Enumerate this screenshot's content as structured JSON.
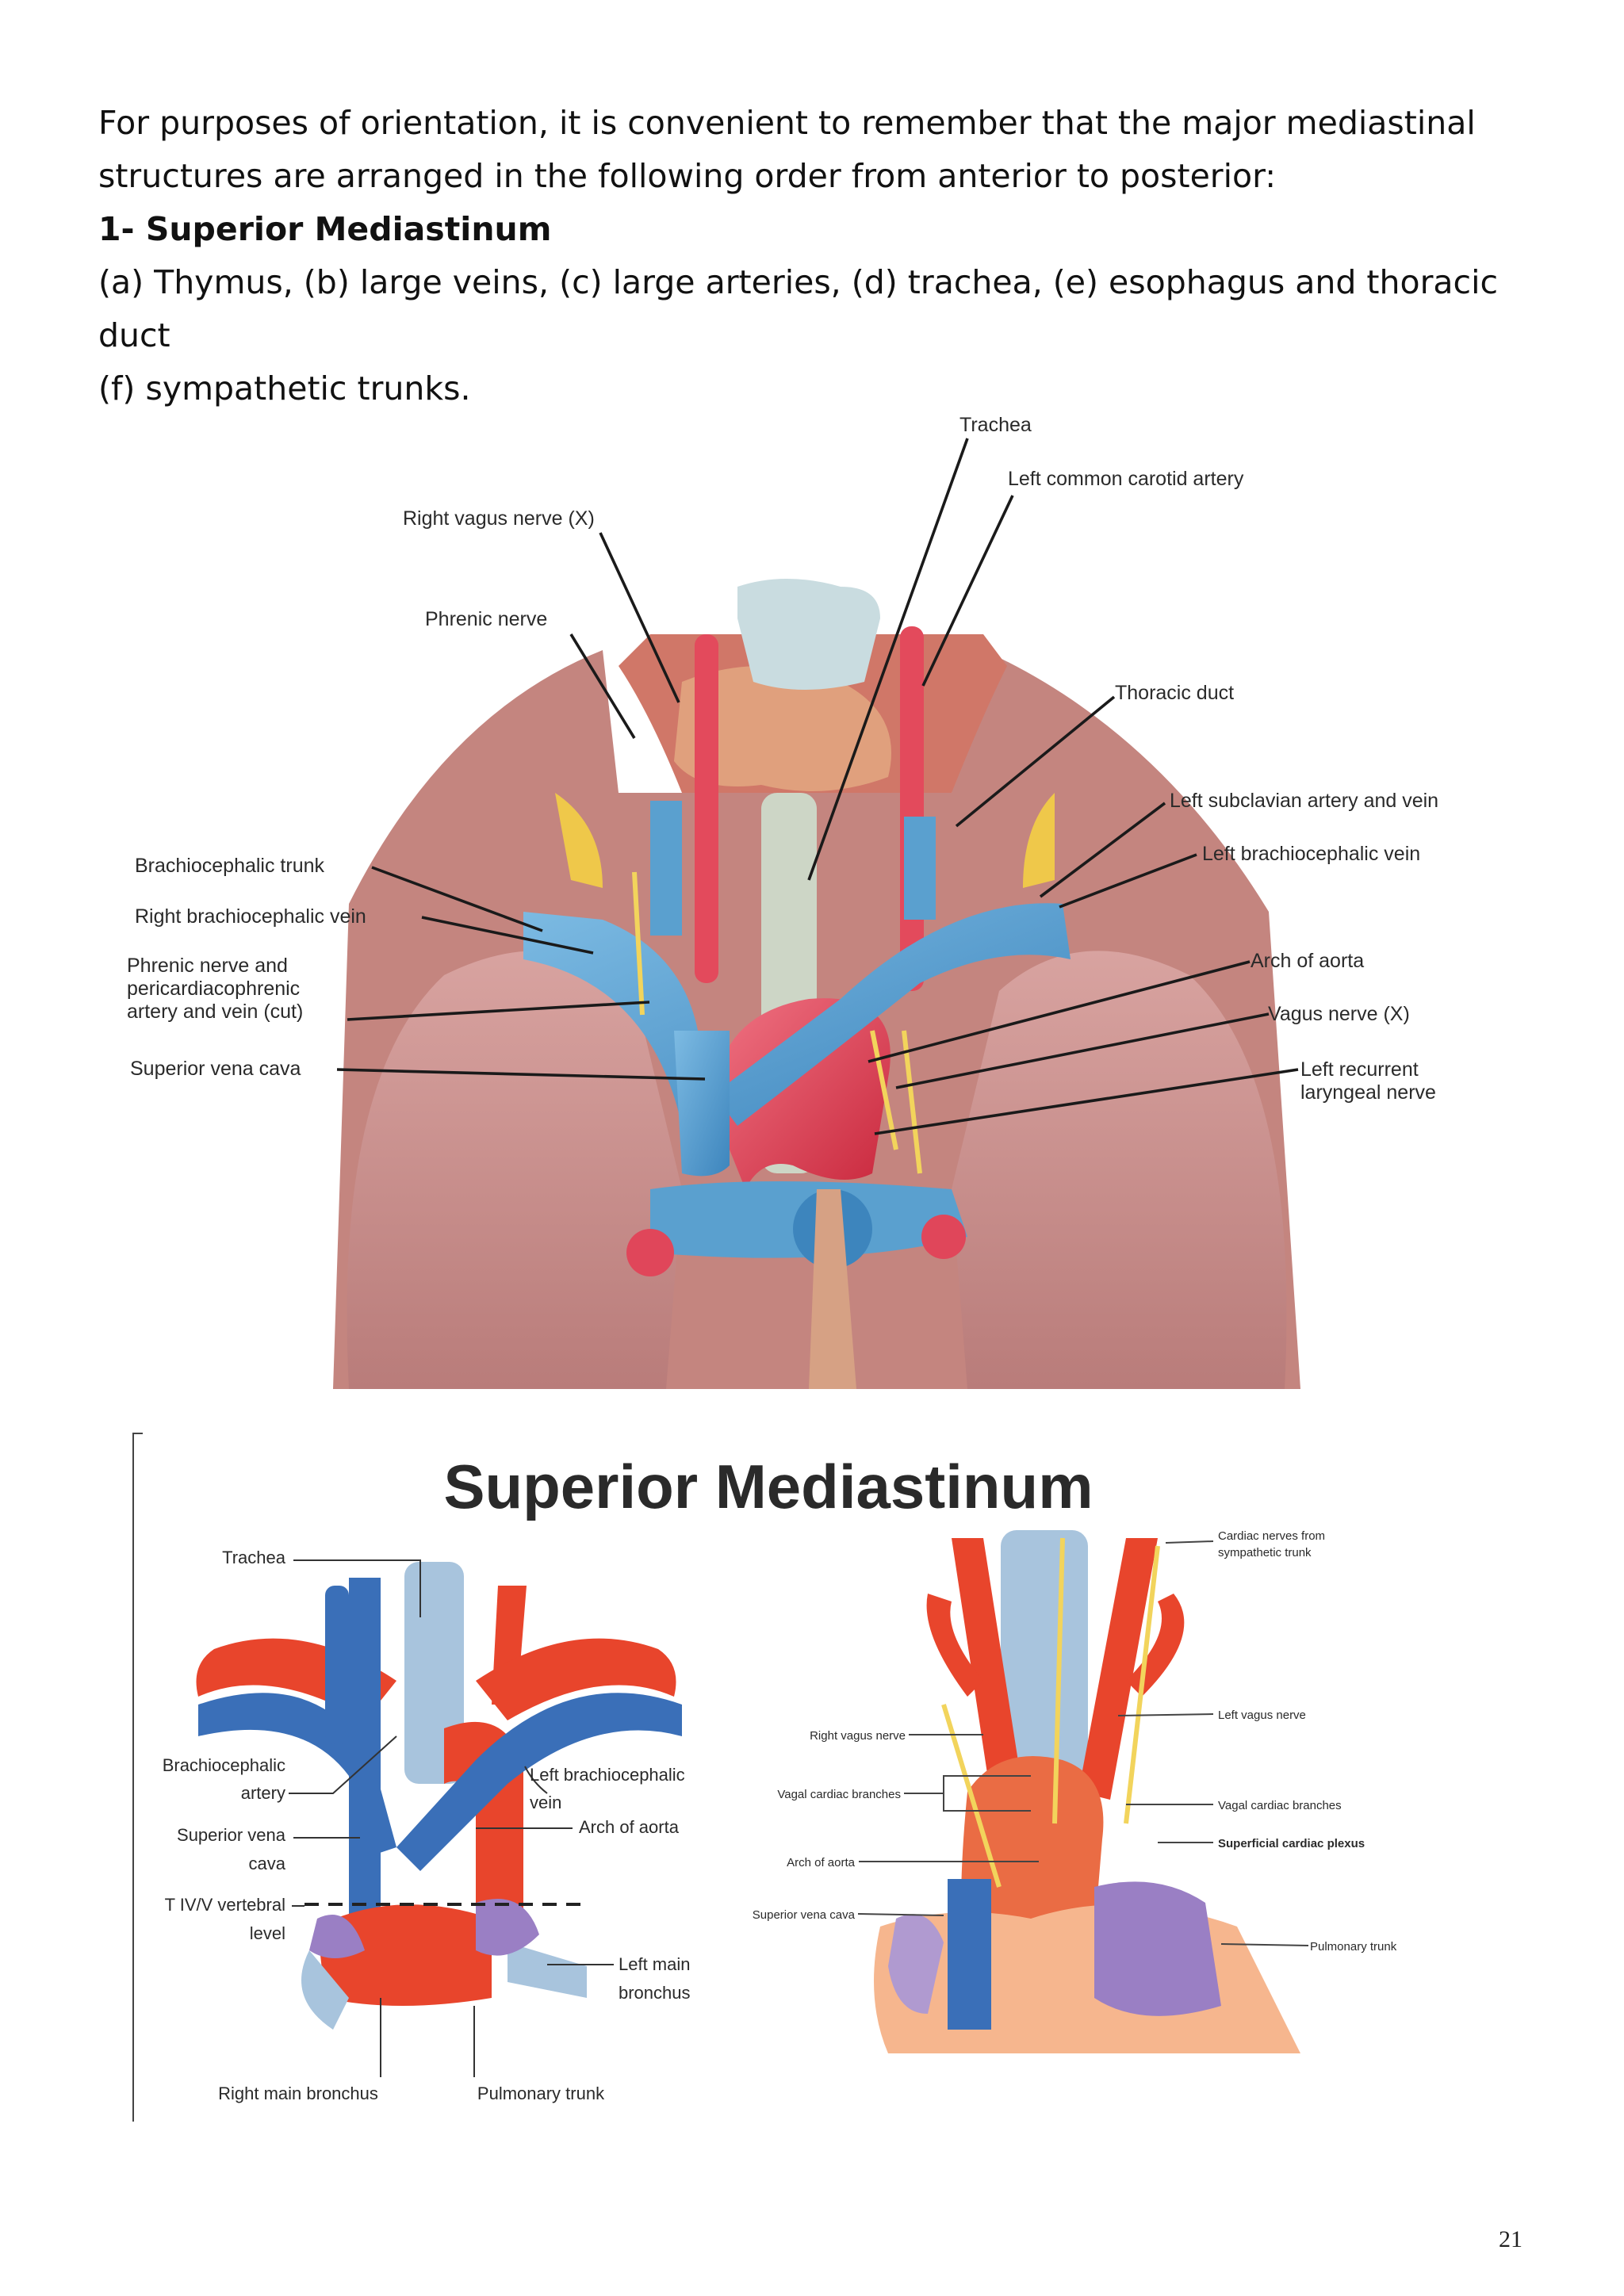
{
  "intro": {
    "line1": "For purposes of orientation, it is convenient to remember that the major mediastinal",
    "line2": "structures are arranged in the following order from anterior to posterior:",
    "heading": "1-  Superior Mediastinum",
    "line3": "(a) Thymus, (b) large veins, (c) large arteries, (d) trachea, (e) esophagus and thoracic duct",
    "line4": "(f) sympathetic trunks."
  },
  "figure1": {
    "labels": {
      "trachea": "Trachea",
      "left_common_carotid": "Left common carotid artery",
      "right_vagus": "Right vagus nerve (X)",
      "phrenic": "Phrenic nerve",
      "thoracic_duct": "Thoracic duct",
      "left_subclavian": "Left subclavian artery and vein",
      "left_brachiocephalic_vein": "Left brachiocephalic vein",
      "brachiocephalic_trunk": "Brachiocephalic trunk",
      "right_brachiocephalic_vein": "Right brachiocephalic vein",
      "phrenic_cut_1": "Phrenic nerve and",
      "phrenic_cut_2": "pericardiacophrenic",
      "phrenic_cut_3": "artery and vein (cut)",
      "arch_of_aorta": "Arch of aorta",
      "vagus": "Vagus nerve (X)",
      "left_recurrent_1": "Left recurrent",
      "left_recurrent_2": "laryngeal nerve",
      "svc": "Superior vena cava"
    }
  },
  "figure2": {
    "title": "Superior Mediastinum",
    "left_labels": {
      "trachea": "Trachea",
      "brachiocephalic_1": "Brachiocephalic",
      "brachiocephalic_2": "artery",
      "svc_1": "Superior vena",
      "svc_2": "cava",
      "vertebral_1": "T IV/V vertebral",
      "vertebral_2": "level",
      "left_brachio_1": "Left brachiocephalic",
      "left_brachio_2": "vein",
      "arch": "Arch of aorta",
      "left_main_1": "Left main",
      "left_main_2": "bronchus",
      "right_main": "Right main bronchus",
      "pulmonary": "Pulmonary trunk"
    },
    "right_labels": {
      "cardiac_nerves_1": "Cardiac nerves from",
      "cardiac_nerves_2": "sympathetic trunk",
      "left_vagus": "Left vagus nerve",
      "vagal_cardiac_left": "Vagal cardiac branches",
      "superficial_plexus": "Superficial cardiac plexus",
      "pulmonary_trunk": "Pulmonary trunk",
      "right_vagus": "Right vagus nerve",
      "vagal_cardiac_right": "Vagal cardiac branches",
      "arch": "Arch of aorta",
      "svc": "Superior vena cava"
    }
  },
  "page_number": "21",
  "colors": {
    "vein": "#5aa0cf",
    "artery": "#e0465a",
    "lung": "#c98f8c",
    "nerve": "#f2d45c",
    "diagram_vein": "#3a6fb8",
    "diagram_artery": "#e8452c",
    "diagram_trachea": "#a8c4dd",
    "diagram_purple": "#9a7fc4"
  }
}
